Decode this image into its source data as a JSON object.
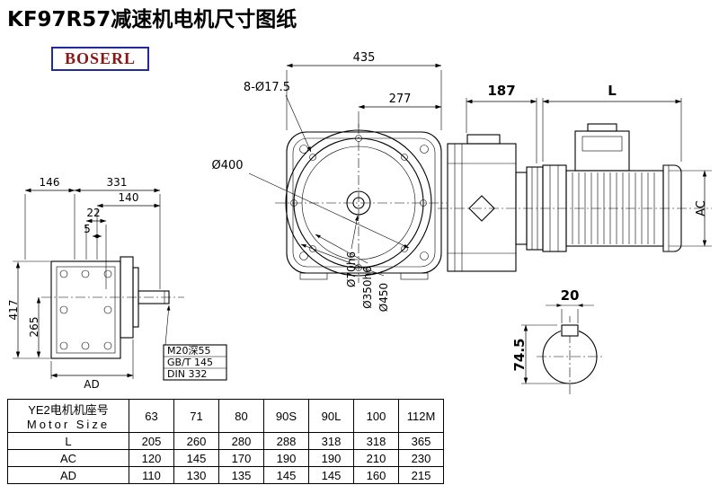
{
  "page": {
    "title": "KF97R57减速机电机尺寸图纸",
    "brand": "BOSERL"
  },
  "dims": {
    "top_width": "435",
    "top_offset": "277",
    "bolt_holes": "8-Ø17.5",
    "bolt_circle": "Ø400",
    "motor_offset": "187",
    "motor_length": "L",
    "motor_ac": "AC",
    "left_146": "146",
    "left_331": "331",
    "left_140": "140",
    "left_22": "22",
    "left_5": "5",
    "left_417": "417",
    "left_265": "265",
    "left_ad": "AD",
    "shaft_d": "Ø70h6",
    "spigot_d": "Ø350h6",
    "flange_d": "Ø450",
    "tap_note1": "M20深55",
    "tap_note2": "GB/T 145",
    "tap_note3": "DIN 332",
    "key_width": "20",
    "key_height": "74.5"
  },
  "table": {
    "header": {
      "line1": "YE2电机机座号",
      "line2": "Motor Size"
    },
    "sizes": [
      "63",
      "71",
      "80",
      "90S",
      "90L",
      "100",
      "112M"
    ],
    "rows": [
      {
        "label": "L",
        "values": [
          "205",
          "260",
          "280",
          "288",
          "318",
          "318",
          "365"
        ]
      },
      {
        "label": "AC",
        "values": [
          "120",
          "145",
          "170",
          "190",
          "190",
          "210",
          "230"
        ]
      },
      {
        "label": "AD",
        "values": [
          "110",
          "130",
          "135",
          "145",
          "145",
          "160",
          "215"
        ]
      }
    ]
  }
}
